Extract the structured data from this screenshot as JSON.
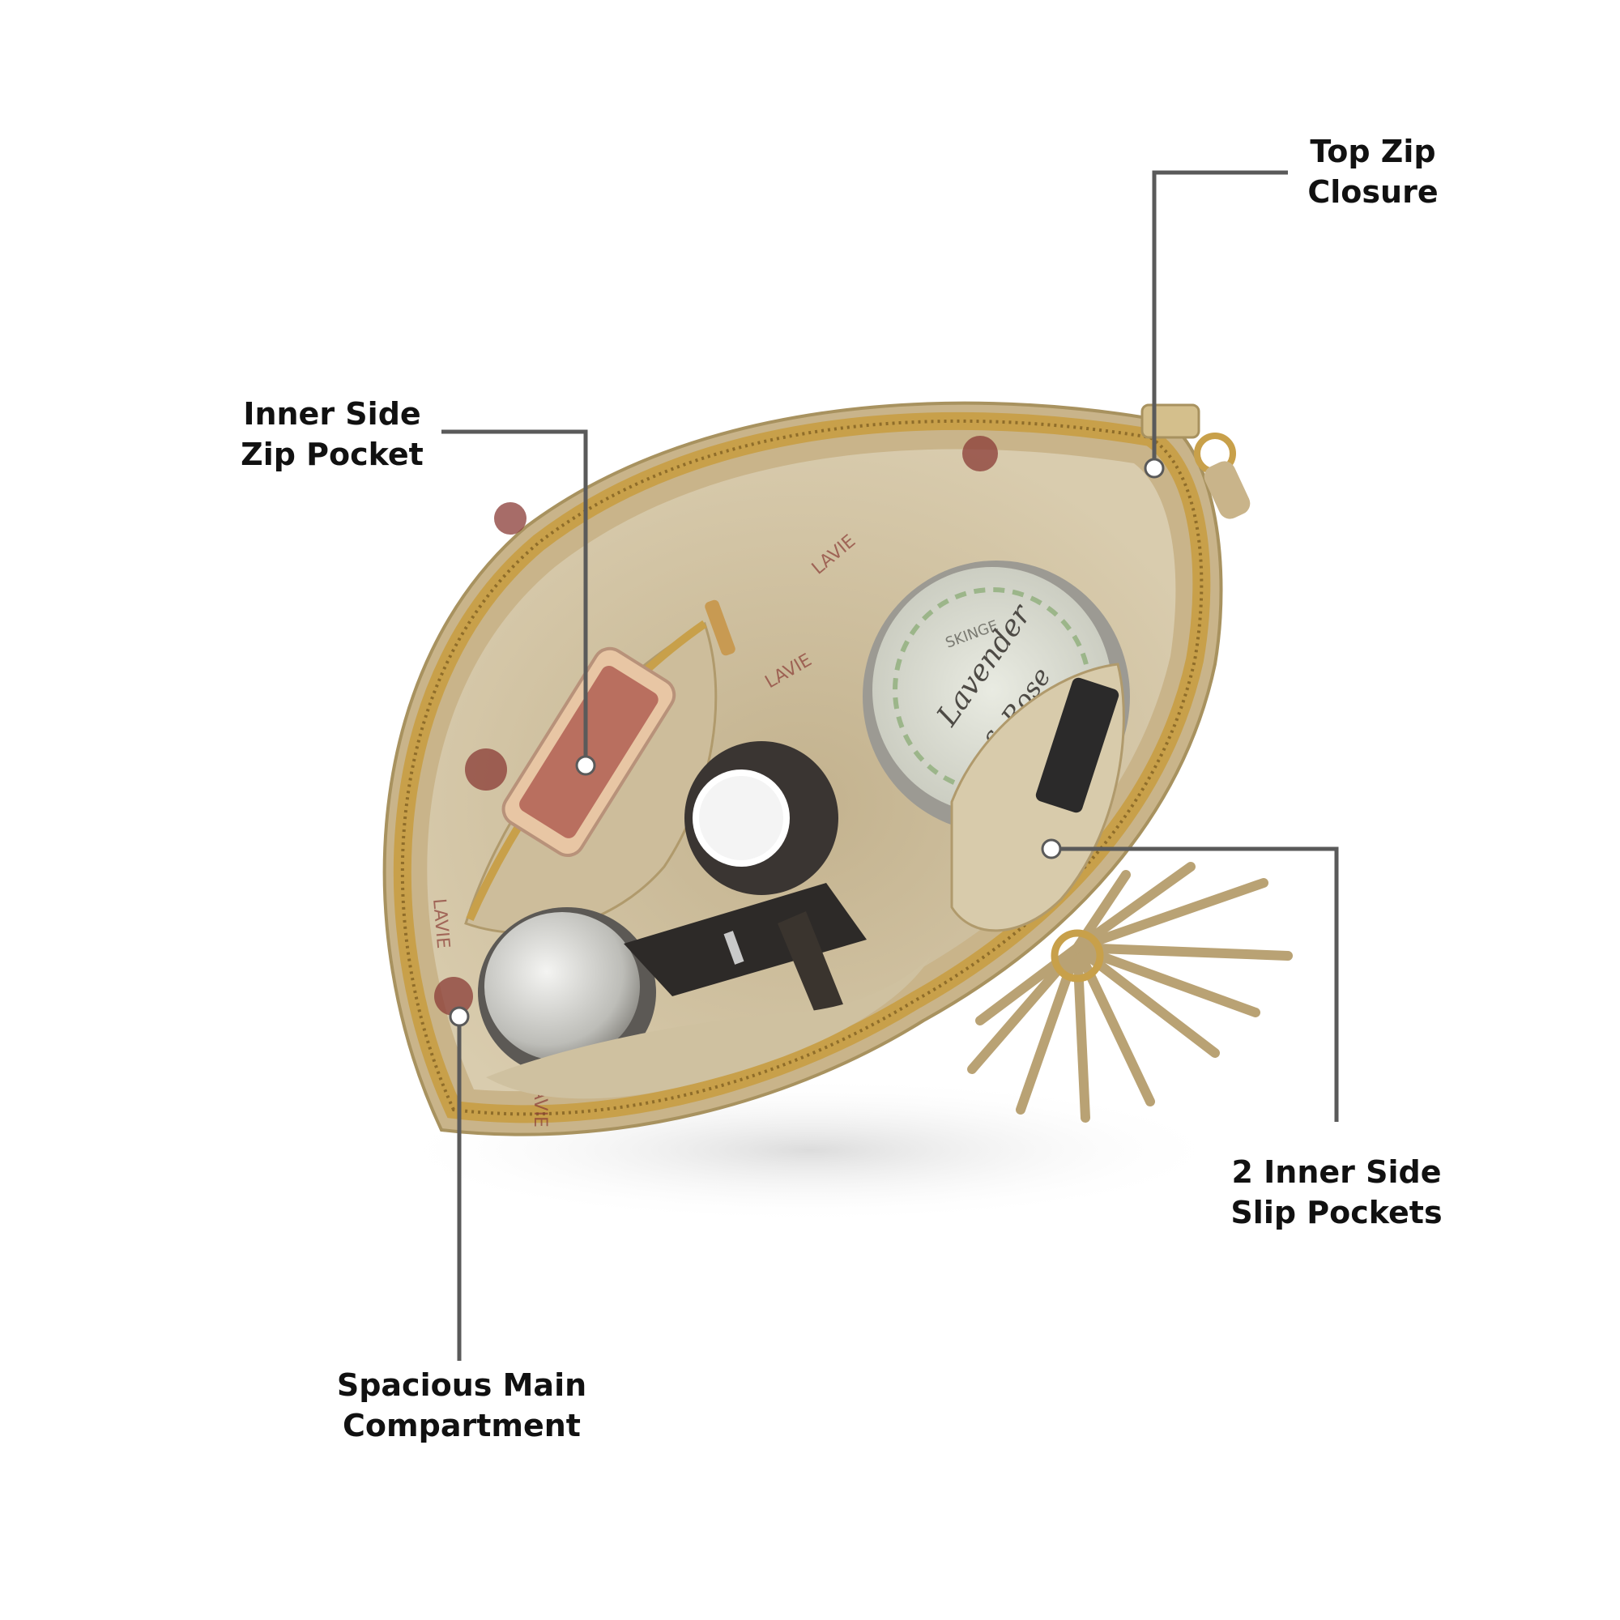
{
  "callouts": {
    "top_zip": {
      "line1": "Top Zip",
      "line2": "Closure"
    },
    "inner_zip": {
      "line1": "Inner Side",
      "line2": "Zip Pocket"
    },
    "slip_pockets": {
      "line1": "2 Inner Side",
      "line2": "Slip Pockets"
    },
    "main_compartment": {
      "line1": "Spacious Main",
      "line2": "Compartment"
    }
  },
  "bag_print": {
    "brand_text": "LAVIE",
    "jar_brand": "SKINGE",
    "jar_text_1": "Lavender",
    "jar_text_2": "& Rose"
  },
  "colors": {
    "leader_line": "#5a5a5a",
    "bag_outer": "#c9b48a",
    "lining": "#d4c6a6",
    "zip": "#c8a04a",
    "brand_print": "#8a3b36"
  }
}
